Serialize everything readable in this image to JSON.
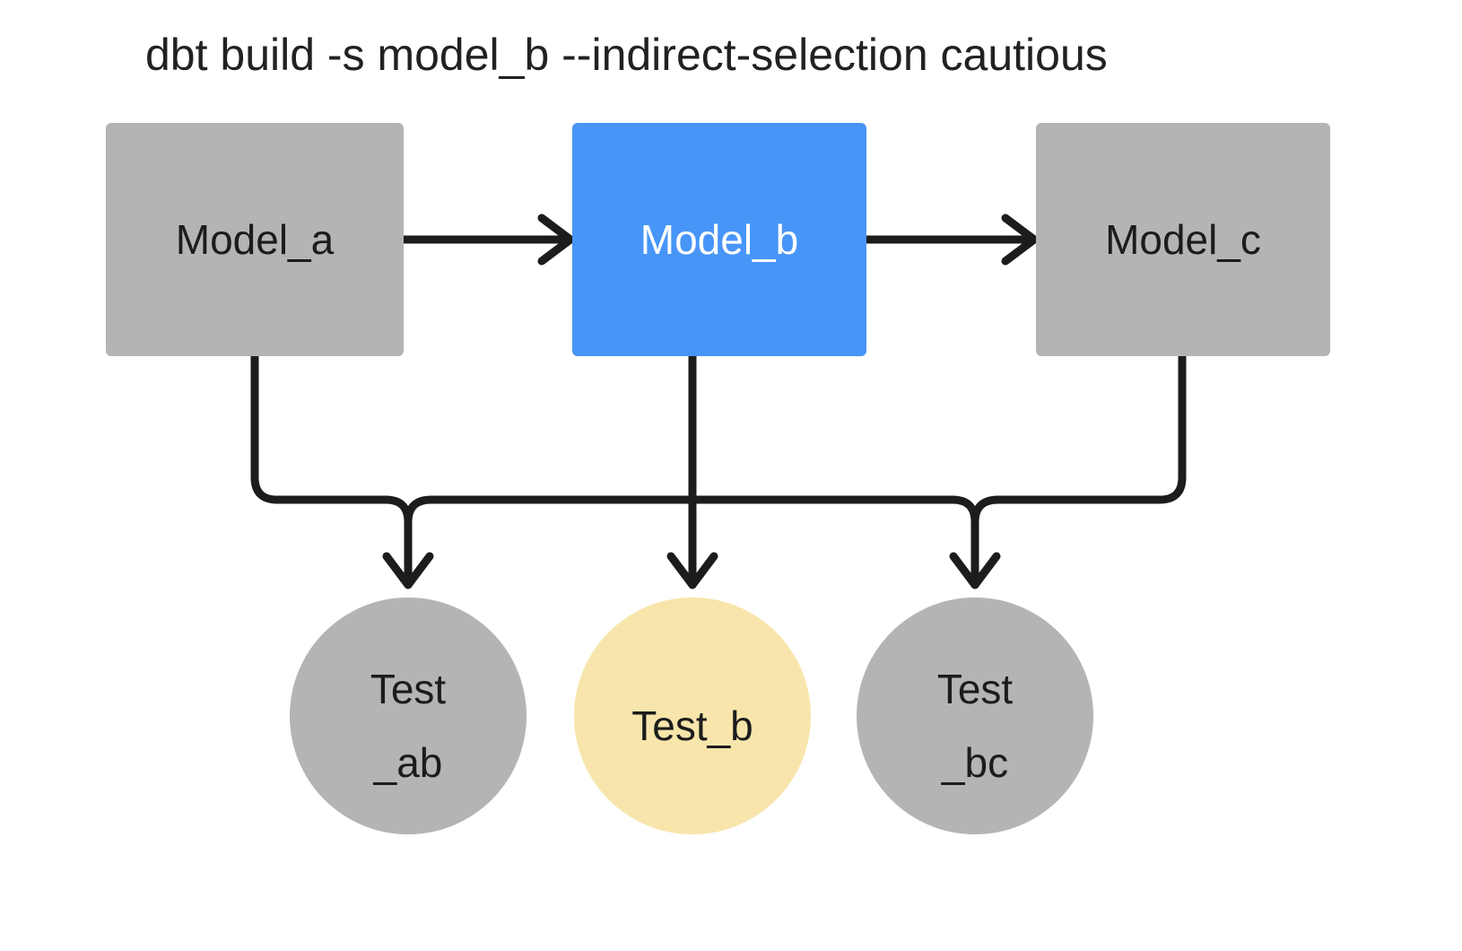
{
  "title": "dbt build -s model_b --indirect-selection cautious",
  "colors": {
    "background": "#ffffff",
    "node_gray": "#b4b4b4",
    "node_blue": "#4895f8",
    "node_yellow": "#f7e5ab",
    "edge": "#1c1c1c",
    "text_dark": "#1c1c1c",
    "text_light": "#ffffff",
    "title_text": "#212121"
  },
  "nodes": {
    "model_a": {
      "label": "Model_a",
      "shape": "rectangle",
      "fill": "#b4b4b4",
      "selected": false
    },
    "model_b": {
      "label": "Model_b",
      "shape": "rectangle",
      "fill": "#4895f8",
      "selected": true
    },
    "model_c": {
      "label": "Model_c",
      "shape": "rectangle",
      "fill": "#b4b4b4",
      "selected": false
    },
    "test_ab": {
      "label_line1": "Test",
      "label_line2": "_ab",
      "shape": "circle",
      "fill": "#b4b4b4",
      "selected": false
    },
    "test_b": {
      "label": "Test_b",
      "shape": "circle",
      "fill": "#f7e5ab",
      "selected": true
    },
    "test_bc": {
      "label_line1": "Test",
      "label_line2": "_bc",
      "shape": "circle",
      "fill": "#b4b4b4",
      "selected": false
    }
  },
  "edges": [
    {
      "from": "model_a",
      "to": "model_b",
      "style": "arrow-right"
    },
    {
      "from": "model_b",
      "to": "model_c",
      "style": "arrow-right"
    },
    {
      "from": "model_a",
      "to": "test_ab",
      "style": "arrow-down-elbow"
    },
    {
      "from": "model_b",
      "to": "test_ab",
      "style": "arrow-down-elbow"
    },
    {
      "from": "model_b",
      "to": "test_b",
      "style": "arrow-down"
    },
    {
      "from": "model_b",
      "to": "test_bc",
      "style": "arrow-down-elbow"
    },
    {
      "from": "model_c",
      "to": "test_bc",
      "style": "arrow-down-elbow"
    }
  ]
}
